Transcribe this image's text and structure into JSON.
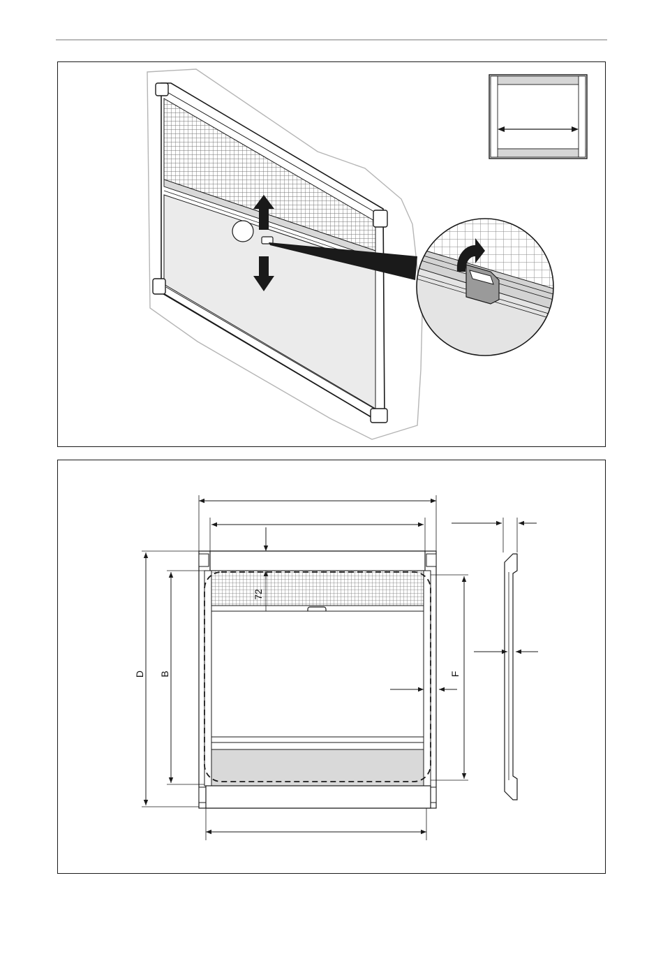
{
  "figure": {
    "labels": {
      "D": "D",
      "B": "B",
      "F": "F",
      "offset": "72"
    }
  },
  "colors": {
    "line": "#1a1a1a",
    "frame": "#ffffff",
    "mesh": "#6e6e6e",
    "blind": "#e6e6e6",
    "wall": "#b5b5b5",
    "blind_dark": "#d3d3d3"
  }
}
